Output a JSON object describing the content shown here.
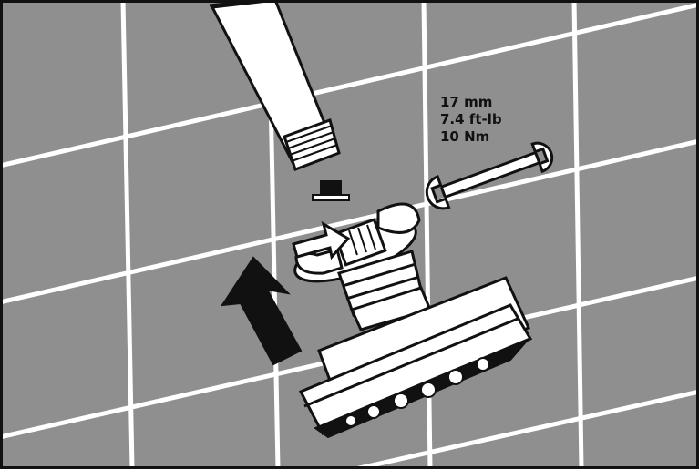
{
  "torque_spec": {
    "wrench_size": "17 mm",
    "torque_imperial": "7.4 ft-lb",
    "torque_metric": "10 Nm"
  },
  "colors": {
    "background": "#8f8f8f",
    "grout": "#ffffff",
    "ink": "#111111",
    "part_fill": "#ffffff"
  },
  "icons": [
    "shower-arm-icon",
    "washer-icon",
    "wrench-icon",
    "swivel-nut-icon",
    "rotation-arrow-icon",
    "shower-head-icon",
    "up-arrow-icon"
  ]
}
